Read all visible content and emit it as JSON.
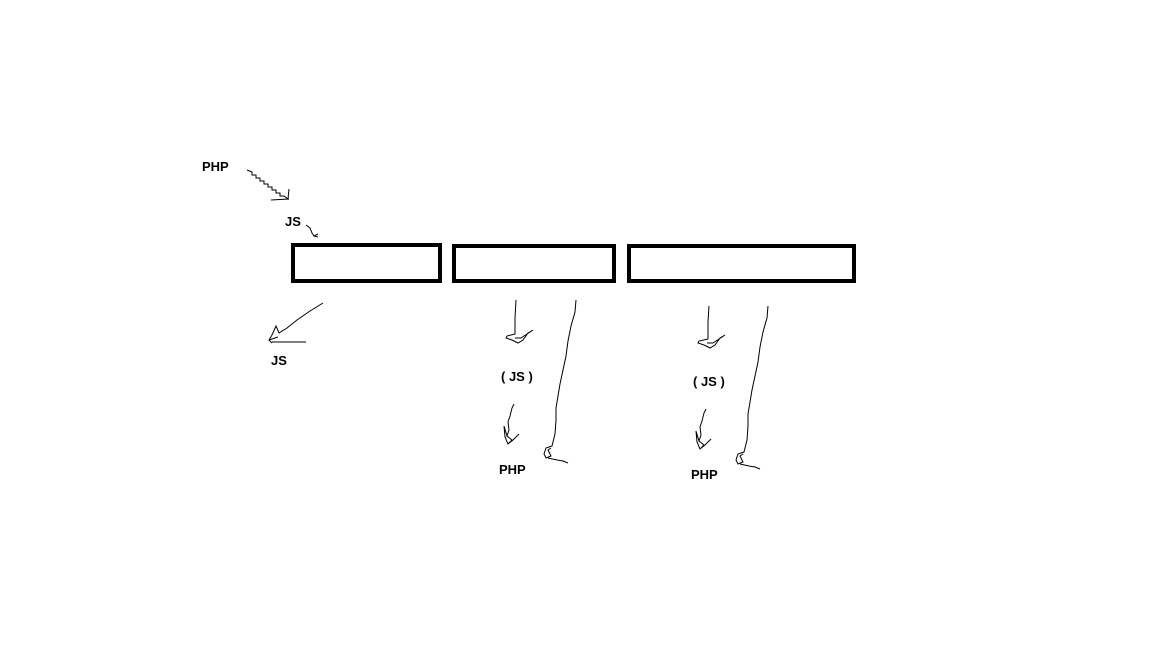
{
  "labels": {
    "php_top": "PHP",
    "js_top": "JS",
    "js_left": "JS",
    "js_mid": "( JS )",
    "php_mid": "PHP",
    "js_right": "( JS )",
    "php_right": "PHP"
  },
  "colors": {
    "stroke": "#000000",
    "background": "#ffffff"
  }
}
